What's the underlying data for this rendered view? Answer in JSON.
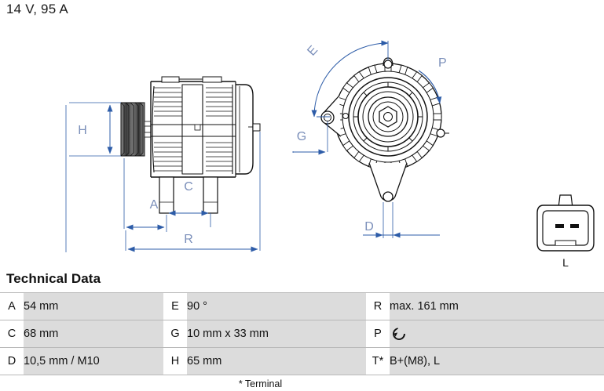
{
  "header": {
    "spec": "14 V, 95 A"
  },
  "drawing": {
    "labels": {
      "H": "H",
      "A": "A",
      "C": "C",
      "R": "R",
      "E": "E",
      "G": "G",
      "P": "P",
      "D": "D",
      "L": "L"
    },
    "line_color": "#2d5ca8",
    "outline_color": "#111111",
    "dim_text_color": "#7b8fba",
    "connector_label": "L"
  },
  "tech": {
    "heading": "Technical Data",
    "rows": [
      {
        "k1": "A",
        "v1": "54 mm",
        "k2": "E",
        "v2": "90 °",
        "k3": "R",
        "v3": "max. 161 mm"
      },
      {
        "k1": "C",
        "v1": "68 mm",
        "k2": "G",
        "v2": "10 mm x 33 mm",
        "k3": "P",
        "v3": ""
      },
      {
        "k1": "D",
        "v1": "10,5 mm / M10",
        "k2": "H",
        "v2": "65 mm",
        "k3": "T*",
        "v3": "B+(M8), L"
      }
    ],
    "footnote": "* Terminal"
  }
}
